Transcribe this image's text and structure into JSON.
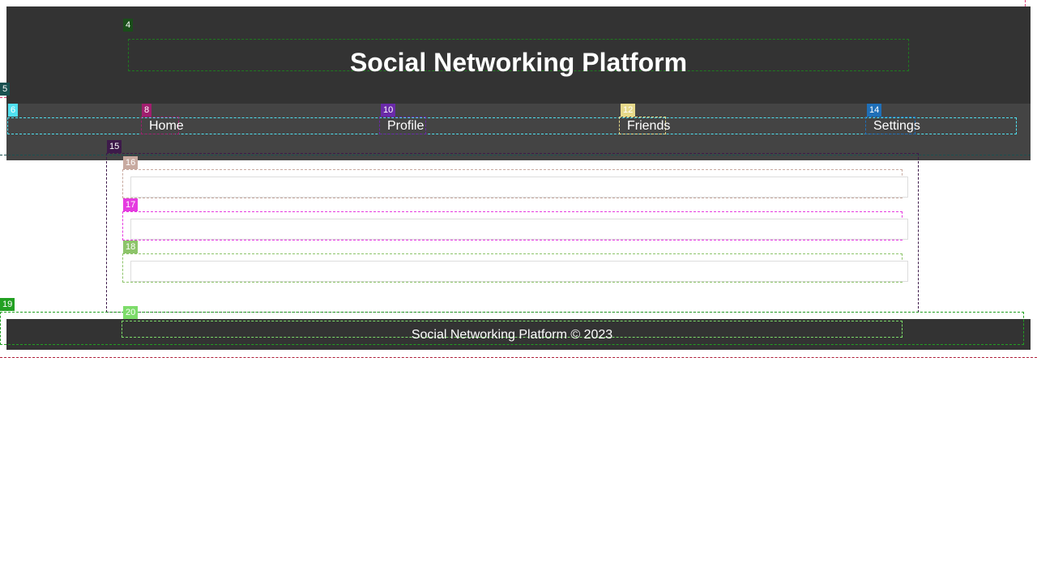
{
  "header": {
    "title": "Social Networking Platform"
  },
  "nav": {
    "items": [
      {
        "label": "Home"
      },
      {
        "label": "Profile"
      },
      {
        "label": "Friends"
      },
      {
        "label": "Settings"
      }
    ]
  },
  "posts": [
    {
      "value": ""
    },
    {
      "value": ""
    },
    {
      "value": ""
    }
  ],
  "footer": {
    "text": "Social Networking Platform © 2023"
  },
  "overlay_tags": [
    "4",
    "5",
    "6",
    "8",
    "10",
    "12",
    "14",
    "15",
    "16",
    "17",
    "18",
    "19",
    "20"
  ],
  "colors": {
    "header_bg": "#333333",
    "nav_bg": "#444444",
    "footer_bg": "#333333",
    "text": "#ffffff"
  }
}
